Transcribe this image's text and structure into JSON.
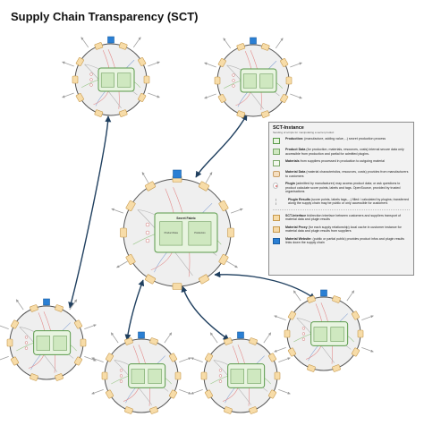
{
  "title": "Supply Chain Transparency (SCT)",
  "colors": {
    "node_ring": "#555555",
    "node_fill": "#efefef",
    "production_border": "#5a9a4a",
    "production_fill": "#e8f4e0",
    "interface_fill": "#f7dca8",
    "interface_border": "#c79a4e",
    "website": "#2a7fd4",
    "connection": "#1f3f5f",
    "flow_lines": [
      "#a8a8a8",
      "#e07a7a",
      "#7a9ad0",
      "#8cc078"
    ]
  },
  "center_node": {
    "box_label": "Secret Fabric",
    "product_label": "Product Data",
    "materials_label": "Production"
  },
  "legend": {
    "heading": "SCT-Instance",
    "subheading": "Sending of scripts for manipulating a secret product",
    "items": [
      {
        "icon": "production-icon",
        "cls": "sym-production",
        "title": "Production:",
        "text": " (manufacture, adding value,...) secret production process"
      },
      {
        "icon": "product-data-icon",
        "cls": "sym-product",
        "title": "Product Data",
        "text": " (for production, materials, resources, costs) internal secure data only accessible from production and partial for admitted plugins."
      },
      {
        "icon": "materials-icon",
        "cls": "sym-materials",
        "title": "Materials",
        "text": " from suppliers processed in production to outgoing material"
      },
      {
        "icon": "material-data-icon",
        "cls": "sym-matdata",
        "title": "Material Data",
        "text": " (material characteristics, resources, costs) provides from manufacturers to customers"
      },
      {
        "icon": "plugin-icon",
        "cls": "sym-plugin",
        "title": "Plugin",
        "text": " (admitted by manufacturer) may access product data; or ask questions to product calculate score points, labels and tags. OpenSource, provided by trusted organisations"
      },
      {
        "icon": "plugin-results-icon",
        "cls": "sym-results",
        "title": "Plugin Results",
        "text": " (score points, labels tags,...) filled / calculated by plugins; transferred along the supply chain may be public or only accessible for customers"
      },
      {
        "icon": "sct-interface-icon",
        "cls": "sym-interface",
        "title": "SCT-Interface",
        "text": " bidirection interface between customers and suppliers transport of material data and plugin results",
        "sep": true
      },
      {
        "icon": "material-proxy-icon",
        "cls": "sym-proxy",
        "title": "Material Proxy",
        "text": " (for each supply relationship) local cache in customer instance for material data and plugin results from suppliers"
      },
      {
        "icon": "material-website-icon",
        "cls": "sym-website",
        "title": "Material Website:",
        "text": " (public or partial public) provides product infos and plugin results links down the supply chain"
      }
    ]
  }
}
